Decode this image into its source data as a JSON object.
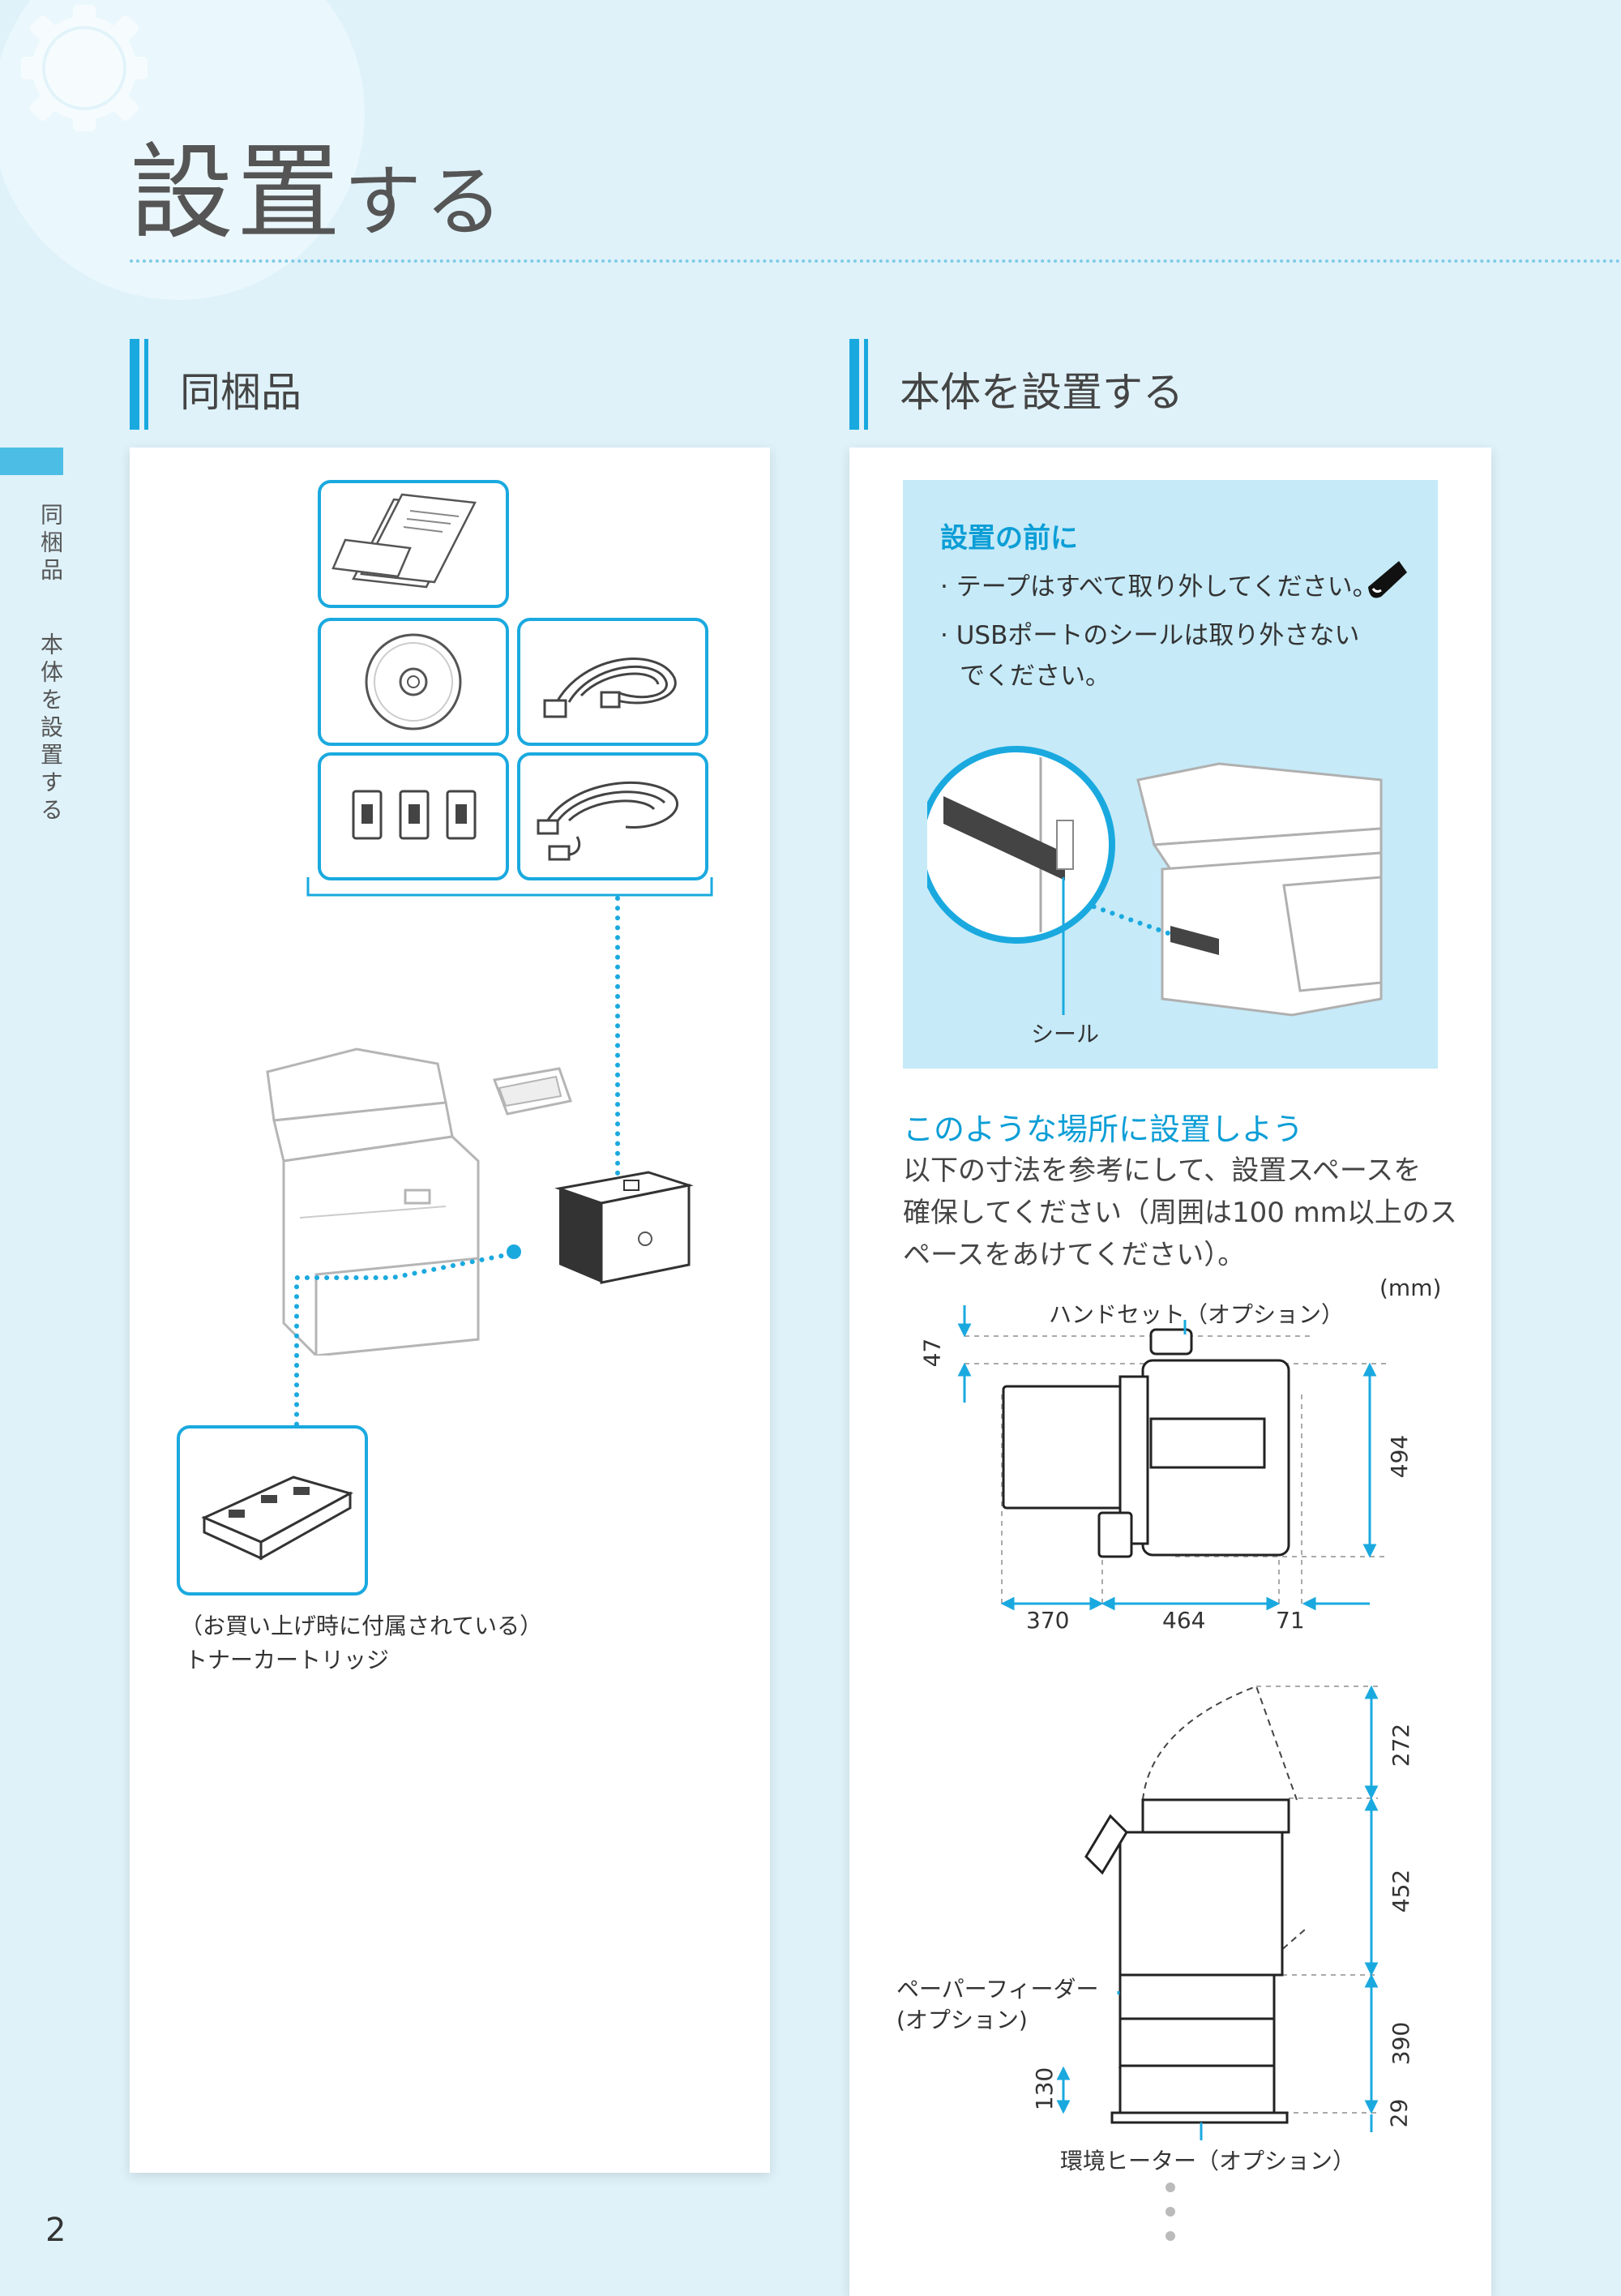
{
  "header": {
    "title_kanji": "設置",
    "title_kana": "する"
  },
  "sections": {
    "contents": "同梱品",
    "install": "本体を設置する"
  },
  "side_nav": {
    "item1": "同梱品",
    "item2": "本体を設置する"
  },
  "contents_panel": {
    "toner_caption_line1": "（お買い上げ時に付属されている）",
    "toner_caption_line2": "トナーカートリッジ"
  },
  "before_install": {
    "heading": "設置の前に",
    "bullet1": "テープはすべて取り外してください。",
    "bullet2_line1": "USBポートのシールは取り外さない",
    "bullet2_line2": "でください。",
    "seal_label": "シール"
  },
  "location": {
    "heading": "このような場所に設置しよう",
    "line1": "以下の寸法を参考にして、設置スペースを",
    "line2": "確保してください（周囲は100 mm以上のス",
    "line3": "ペースをあけてください）。"
  },
  "top_view": {
    "unit": "(mm)",
    "handset": "ハンドセット（オプション）",
    "d47": "47",
    "d494": "494",
    "d370": "370",
    "d464": "464",
    "d71": "71"
  },
  "side_view": {
    "d272": "272",
    "d452": "452",
    "d390": "390",
    "d29": "29",
    "d130": "130",
    "feeder_line1": "ペーパーフィーダー",
    "feeder_line2": "(オプション)",
    "heater": "環境ヒーター（オプション）"
  },
  "page_number": "2",
  "colors": {
    "accent": "#1aa9df",
    "background": "#dff2fa",
    "tint": "#c6eaf8"
  }
}
